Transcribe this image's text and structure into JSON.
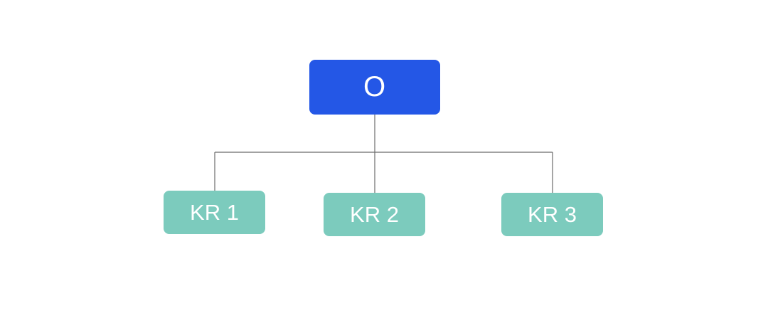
{
  "diagram": {
    "root": {
      "label": "O"
    },
    "children": [
      {
        "label": "KR 1"
      },
      {
        "label": "KR 2"
      },
      {
        "label": "KR 3"
      }
    ]
  },
  "colors": {
    "root_fill": "#2457e6",
    "child_fill": "#7ccbbd",
    "connector": "#6b6b6b",
    "text": "#ffffff",
    "background": "#ffffff"
  }
}
